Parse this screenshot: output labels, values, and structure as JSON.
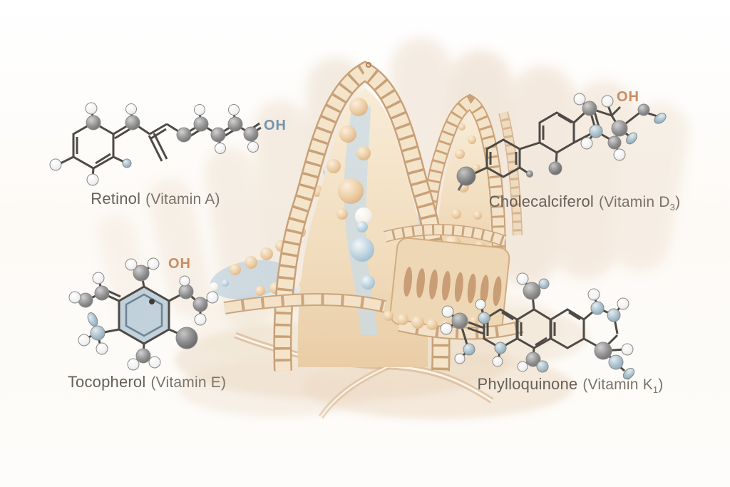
{
  "illustration": {
    "subject": "intestinal-villi-with-fat-soluble-vitamins",
    "colors": {
      "oh_blue": "#7494ae",
      "oh_orange": "#c98d62",
      "label_text": "#6b645d",
      "villus_skin": "#f3e2c7",
      "brick": "#f4e4ca",
      "lacteal_blue": "#b3cbd9",
      "droplet_beige": "#e9c69c"
    }
  },
  "molecules": [
    {
      "id": "retinol",
      "name": "Retinol",
      "paren_main": "(Vitamin A",
      "sub": "",
      "paren_close": ")",
      "oh": "OH"
    },
    {
      "id": "cholecalciferol",
      "name": "Cholecalciferol",
      "paren_main": "(Vitamin D",
      "sub": "3",
      "paren_close": ")",
      "oh": "OH"
    },
    {
      "id": "tocopherol",
      "name": "Tocopherol",
      "paren_main": "(Vitamin E",
      "sub": "",
      "paren_close": ")",
      "oh": "OH"
    },
    {
      "id": "phylloquinone",
      "name": "Phylloquinone",
      "paren_main": "(Vitamin K",
      "sub": "1",
      "paren_close": ")",
      "oh": ""
    }
  ]
}
